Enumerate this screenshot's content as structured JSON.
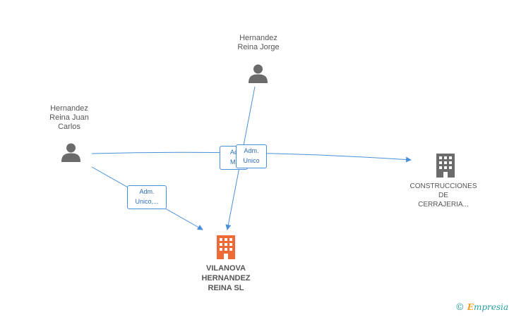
{
  "nodes": {
    "jorge": {
      "label_lines": [
        "Hernandez",
        "Reina Jorge"
      ]
    },
    "juan_carlos": {
      "label_lines": [
        "Hernandez",
        "Reina Juan",
        "Carlos"
      ]
    },
    "construcciones": {
      "label_lines": [
        "CONSTRUCCIONES",
        "DE",
        "CERRAJERIA..."
      ]
    },
    "vilanova": {
      "label_lines": [
        "VILANOVA",
        "HERNANDEZ",
        "REINA SL"
      ]
    }
  },
  "roles": {
    "juan_to_vilanova": [
      "Adm.",
      "Unico,..."
    ],
    "back_box": [
      "Adm.",
      "Ma..."
    ],
    "front_box": [
      "Adm.",
      "Unico"
    ]
  },
  "colors": {
    "edge": "#4a90d9",
    "person_icon": "#6b6b6b",
    "company_icon": "#6b6b6b",
    "main_company_icon": "#f06a35"
  },
  "brand": {
    "copyright": "©",
    "initial": "E",
    "rest": "mpresia"
  }
}
